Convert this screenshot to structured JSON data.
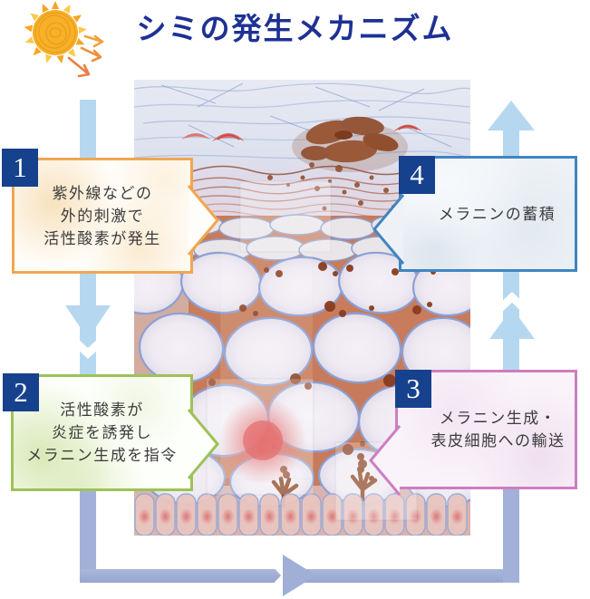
{
  "title": "シミの発生メカニズム",
  "steps": [
    {
      "number": "1",
      "lines": [
        "紫外線などの",
        "外的刺激で",
        "活性酸素が発生"
      ]
    },
    {
      "number": "2",
      "lines": [
        "活性酸素が",
        "炎症を誘発し",
        "メラニン生成を指令"
      ]
    },
    {
      "number": "3",
      "lines": [
        "メラニン生成・",
        "表皮細胞への輸送"
      ]
    },
    {
      "number": "4",
      "lines": [
        "メラニンの蓄積"
      ]
    }
  ],
  "colors": {
    "title": "#1e3193",
    "number_badge_bg": "#16418d",
    "step1_border": "#f2a64f",
    "step2_border": "#9dc257",
    "step3_border": "#cd7ec1",
    "step4_border": "#4085c1",
    "flow_arrow_light_blue": "#b5d8f0",
    "flow_path_slate_blue": "#a3b1d8",
    "sun": "#f6a623"
  },
  "icons": {
    "sun": "☀",
    "uv_arrows": "↘",
    "down_arrow": "↓",
    "up_arrow": "↑",
    "right_arrow": "→"
  }
}
